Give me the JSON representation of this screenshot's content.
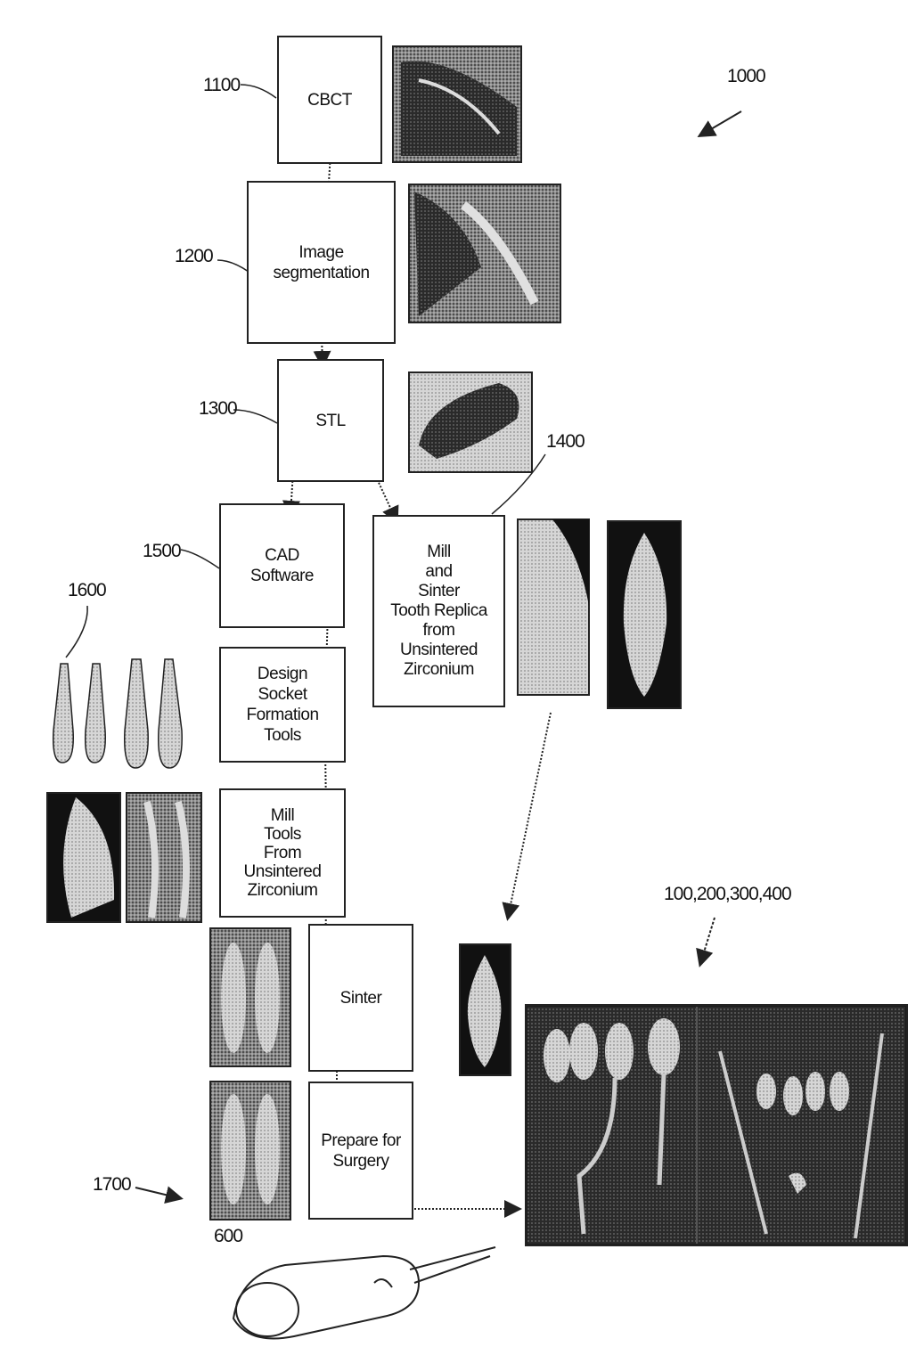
{
  "diagram": {
    "figure_ref": "1000",
    "steps": {
      "cbct": {
        "ref": "1100",
        "label": "CBCT"
      },
      "segmentation": {
        "ref": "1200",
        "label": "Image\nsegmentation"
      },
      "stl": {
        "ref": "1300",
        "label": "STL"
      },
      "mill_replica": {
        "ref": "1400",
        "label": "Mill\nand\nSinter\nTooth Replica\nfrom\nUnsintered\nZirconium"
      },
      "cad": {
        "ref": "1500",
        "label": "CAD\nSoftware"
      },
      "design_tools": {
        "label": "Design\nSocket Formation\nTools"
      },
      "mill_tools": {
        "label": "Mill\nTools\nFrom\nUnsintered\nZirconium"
      },
      "sinter": {
        "label": "Sinter"
      },
      "prepare": {
        "label": "Prepare for\nSurgery"
      }
    },
    "other_refs": {
      "tools_set": "1600",
      "kit": "1700",
      "handpiece": "600",
      "final_products": "100,200,300,400"
    }
  }
}
